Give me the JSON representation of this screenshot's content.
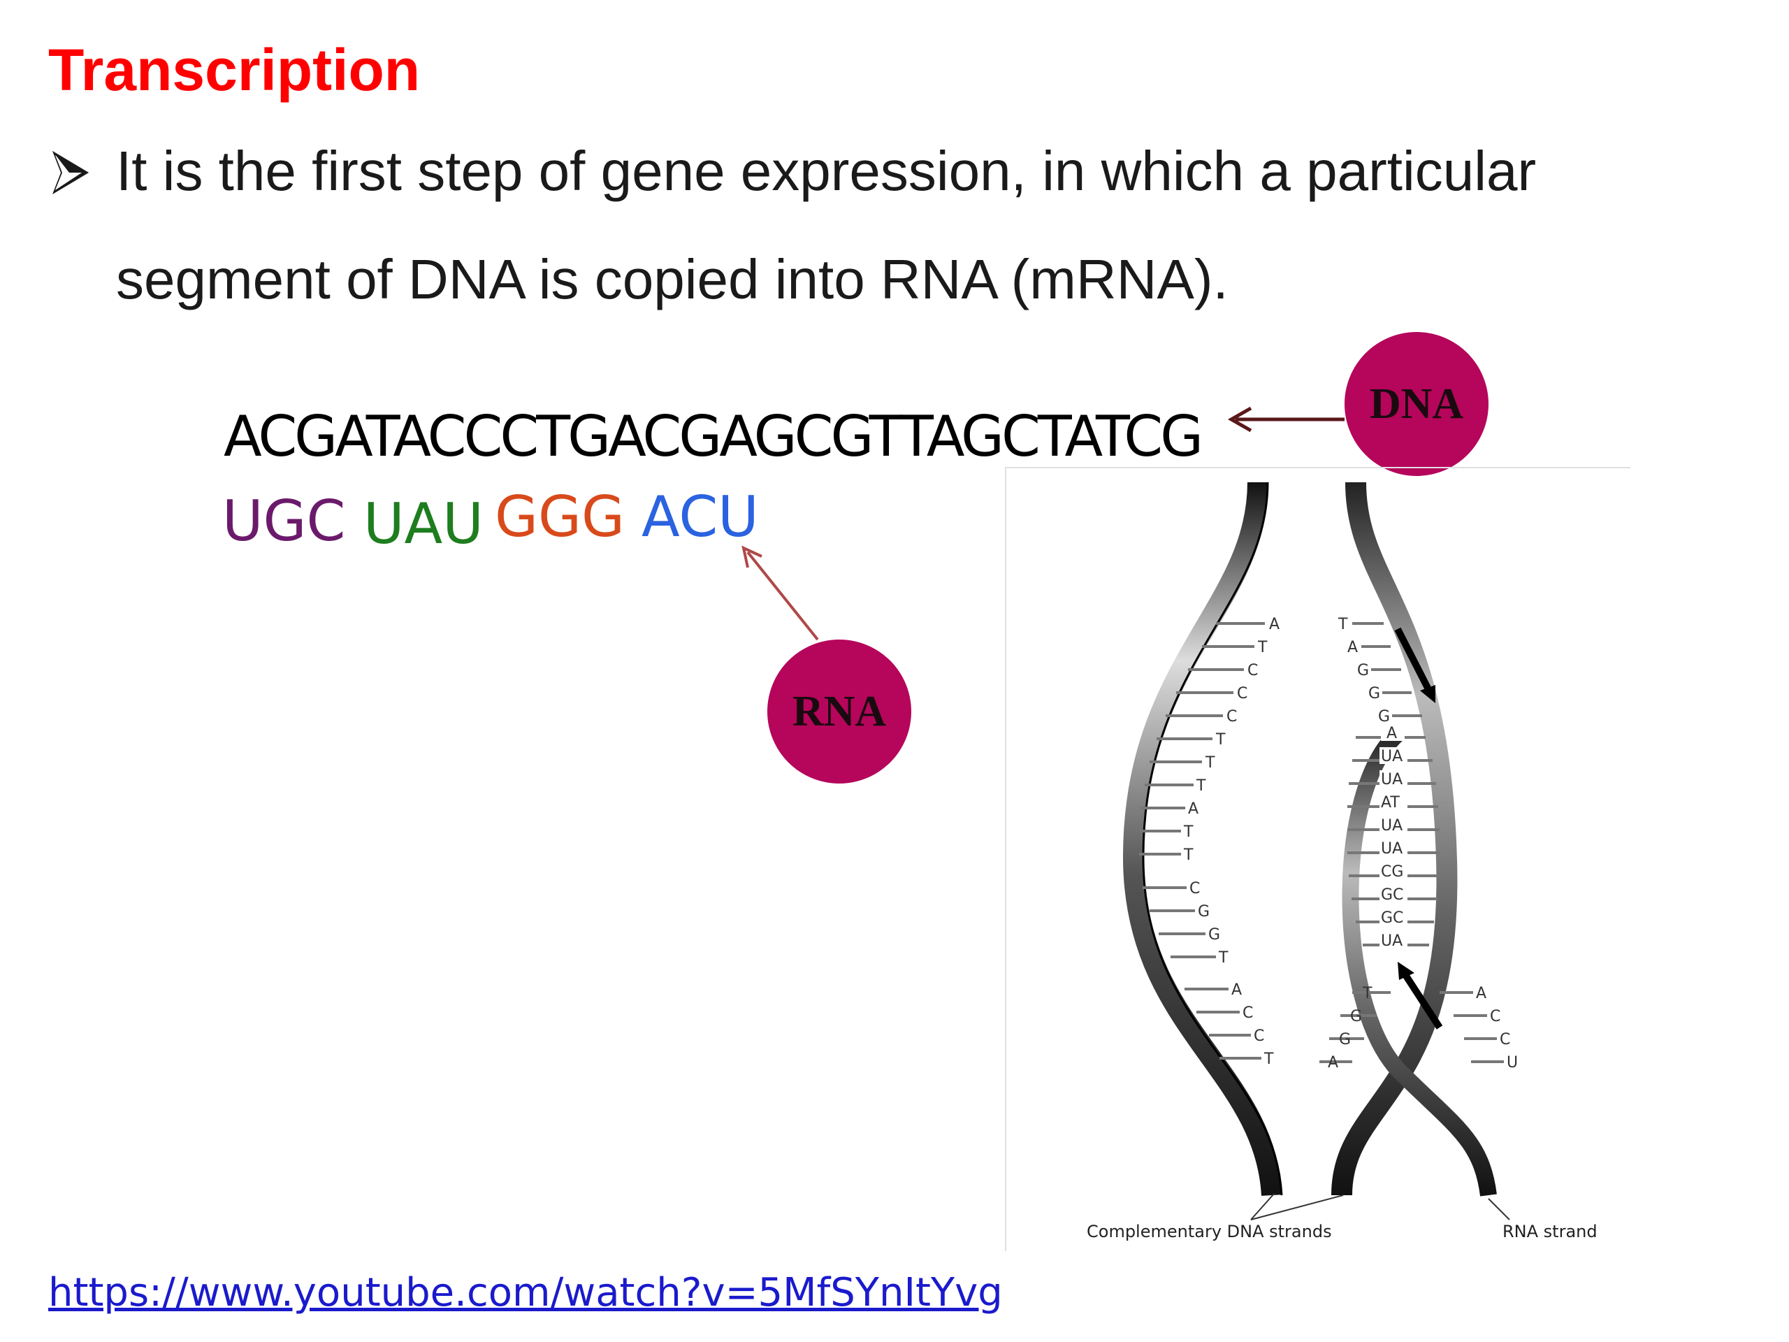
{
  "slide": {
    "title": "Transcription",
    "bullet_line1": "It  is the first step of gene expression, in which a particular",
    "bullet_line2": "segment of DNA is copied into RNA (mRNA).",
    "dna_sequence": "ACGATACCCTGACGAGCGTTAGCTATCG",
    "codons": [
      "UGC",
      "UAU",
      "GGG",
      "ACU"
    ],
    "dna_label": "DNA",
    "rna_label": "RNA",
    "link": "https://www.youtube.com/watch?v=5MfSYnItYvg"
  },
  "figure": {
    "caption_left": "Complementary DNA strands",
    "caption_right": "RNA strand",
    "left_bases": [
      "A",
      "T",
      "C",
      "C",
      "C",
      "T",
      "T",
      "T",
      "A",
      "T",
      "T",
      "C",
      "G",
      "G",
      "T",
      "A",
      "C",
      "C",
      "T"
    ],
    "right_top_bases": [
      "T",
      "A",
      "G",
      "G",
      "G"
    ],
    "pairs": [
      "A",
      "UA",
      "UA",
      "AT",
      "UA",
      "UA",
      "CG",
      "GC",
      "GC",
      "UA"
    ],
    "right_lower_left": [
      "T",
      "G",
      "G",
      "A"
    ],
    "right_lower_right": [
      "A",
      "C",
      "C",
      "U"
    ]
  },
  "colors": {
    "title": "#ff0000",
    "circle": "#b5065b",
    "codon_colors": [
      "#6b1a6b",
      "#1e7d1e",
      "#d84a1b",
      "#2a62e0"
    ],
    "link": "#1a1acc"
  }
}
